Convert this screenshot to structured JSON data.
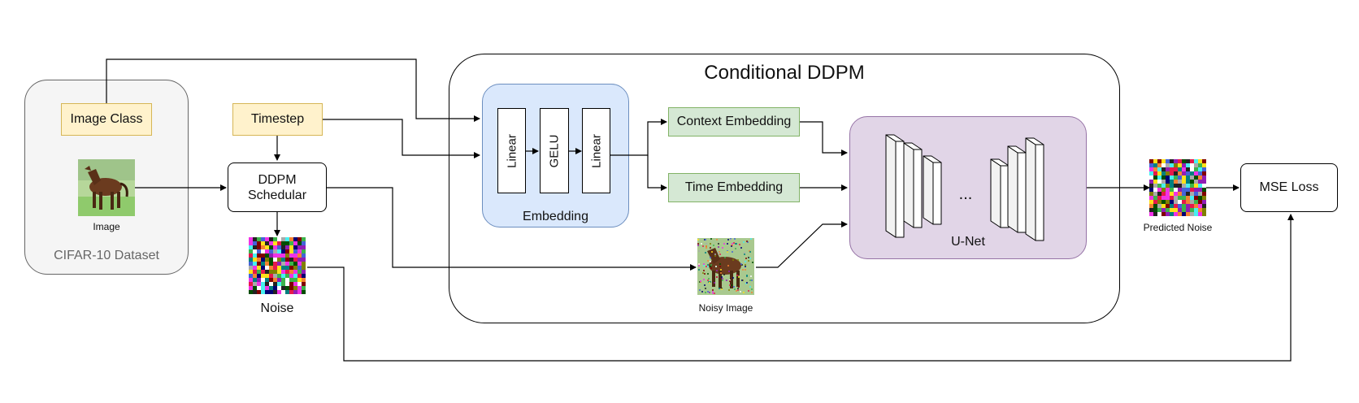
{
  "diagram": {
    "title": "Conditional DDPM",
    "dataset": {
      "label": "CIFAR-10 Dataset",
      "image_class_label": "Image Class",
      "image_label": "Image"
    },
    "timestep_label": "Timestep",
    "scheduler_label_line1": "DDPM",
    "scheduler_label_line2": "Schedular",
    "noise_label": "Noise",
    "embedding": {
      "label": "Embedding",
      "layers": [
        "Linear",
        "GELU",
        "Linear"
      ]
    },
    "context_embedding_label": "Context Embedding",
    "time_embedding_label": "Time Embedding",
    "noisy_image_label": "Noisy Image",
    "unet": {
      "label": "U-Net",
      "ellipsis": "..."
    },
    "predicted_noise_label": "Predicted Noise",
    "loss_label": "MSE Loss",
    "colors": {
      "dataset_bg": "#f5f5f5",
      "dataset_border": "#666666",
      "embedding_bg": "#dae8fc",
      "embedding_border": "#6c8ebf",
      "unet_bg": "#e1d5e7",
      "unet_border": "#9673a6",
      "input_bg": "#fff2cc",
      "input_border": "#d6b656",
      "embed_out_bg": "#d5e8d4",
      "embed_out_border": "#82b366"
    }
  }
}
